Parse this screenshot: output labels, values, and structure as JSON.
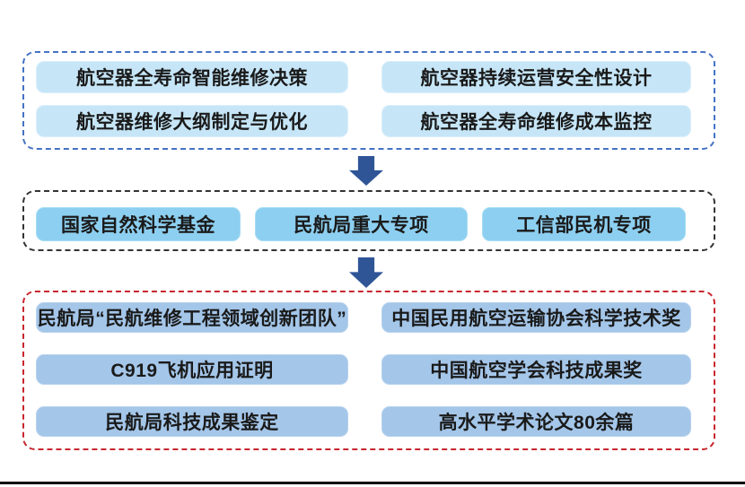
{
  "diagram": {
    "type": "flow-diagram",
    "arrow_color": "#2F5597",
    "bottom_rule_color": "#000000",
    "groups": [
      {
        "border_color": "#4472C4",
        "border_style": "dashed",
        "box_fill": "#C6E6F8",
        "boxes": [
          "航空器全寿命智能维修决策",
          "航空器持续运营安全性设计",
          "航空器维修大纲制定与优化",
          "航空器全寿命维修成本监控"
        ]
      },
      {
        "border_color": "#333333",
        "border_style": "dashed",
        "box_fill": "#8DCFF0",
        "boxes": [
          "国家自然科学基金",
          "民航局重大专项",
          "工信部民机专项"
        ]
      },
      {
        "border_color": "#C8262F",
        "border_style": "dashed",
        "box_fill": "#A4C6E9",
        "boxes": [
          "民航局“民航维修工程领域创新团队”",
          "中国民用航空运输协会科学技术奖",
          "C919飞机应用证明",
          "中国航空学会科技成果奖",
          "民航局科技成果鉴定",
          "高水平学术论文80余篇"
        ]
      }
    ]
  }
}
